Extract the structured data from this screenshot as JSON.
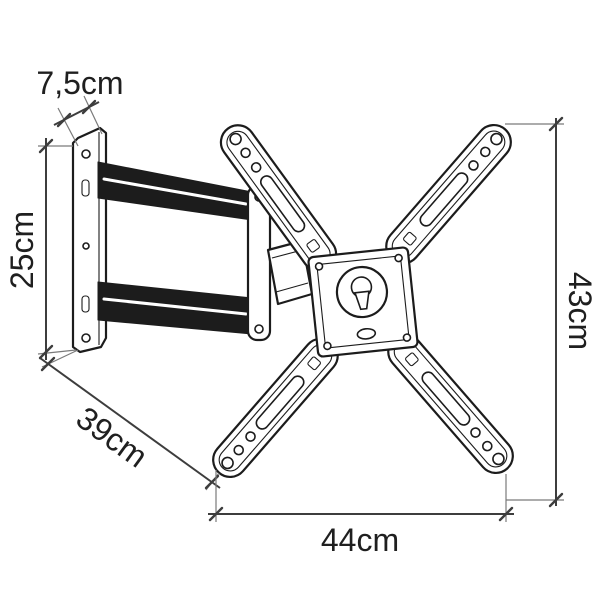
{
  "diagram": {
    "subject": "articulating-tv-wall-mount-dimensional-drawing",
    "labels": {
      "wall_plate_depth": "7,5cm",
      "wall_plate_height": "25cm",
      "arm_extension_depth": "39cm",
      "bracket_height": "43cm",
      "bracket_width": "44cm"
    },
    "colors": {
      "line_art": "#1c1c1c",
      "dimension_lines": "#3d3d3d",
      "background": "#ffffff"
    }
  }
}
